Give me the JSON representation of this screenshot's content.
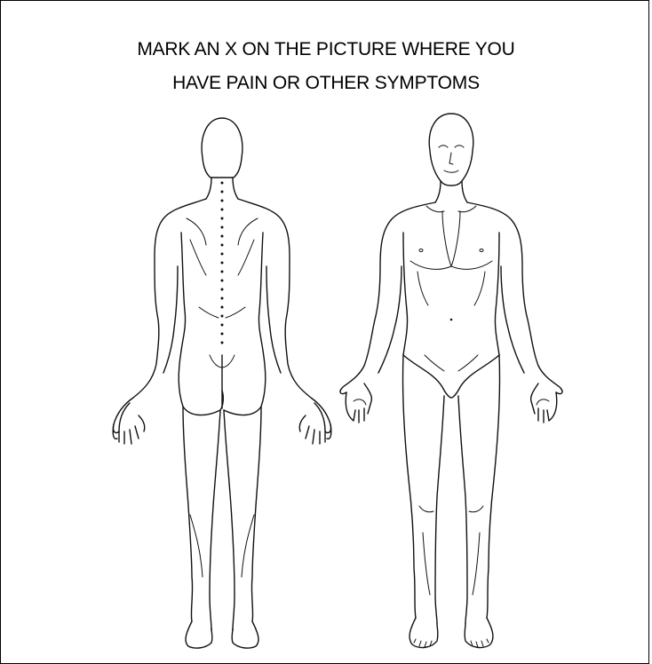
{
  "instructions": {
    "line1": "MARK AN X ON THE PICTURE WHERE YOU",
    "line2": "HAVE PAIN OR OTHER SYMPTOMS"
  },
  "figures": [
    {
      "view": "back",
      "icon": "body-back-view-icon"
    },
    {
      "view": "front",
      "icon": "body-front-view-icon"
    }
  ],
  "colors": {
    "ink": "#000000",
    "background": "#ffffff"
  }
}
